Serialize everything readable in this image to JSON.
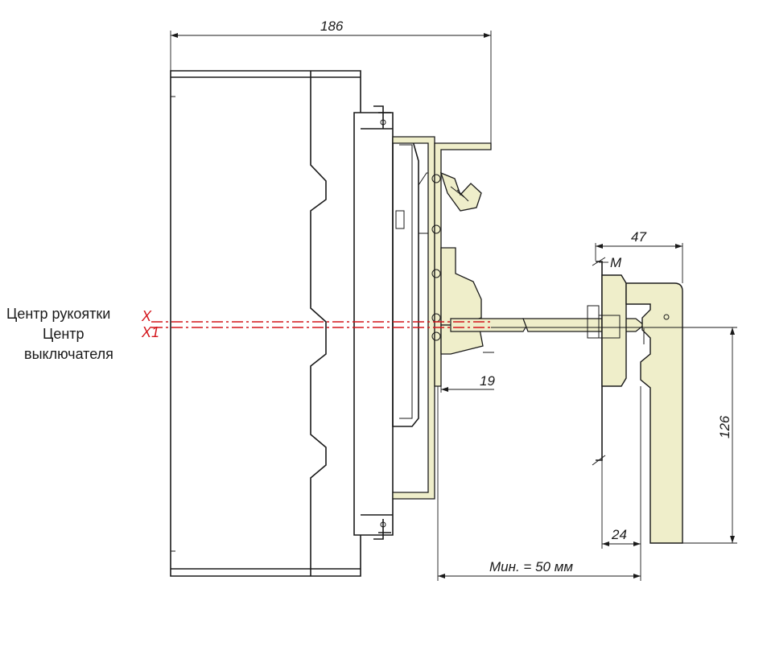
{
  "dimensions": {
    "overall_depth": "186",
    "handle_width": "47",
    "bracket_offset": "19",
    "handle_height": "126",
    "handle_base": "24",
    "min_distance": "Мин. = 50 мм"
  },
  "labels": {
    "handle_center": "Центр рукоятки",
    "switch_center_line1": "Центр",
    "switch_center_line2": "выключателя",
    "axis_x": "X",
    "axis_x1": "X1",
    "marker_m": "M"
  },
  "colors": {
    "accent_red": "#d4161c",
    "part_fill": "#efeeca",
    "line": "#1a1a1a"
  }
}
